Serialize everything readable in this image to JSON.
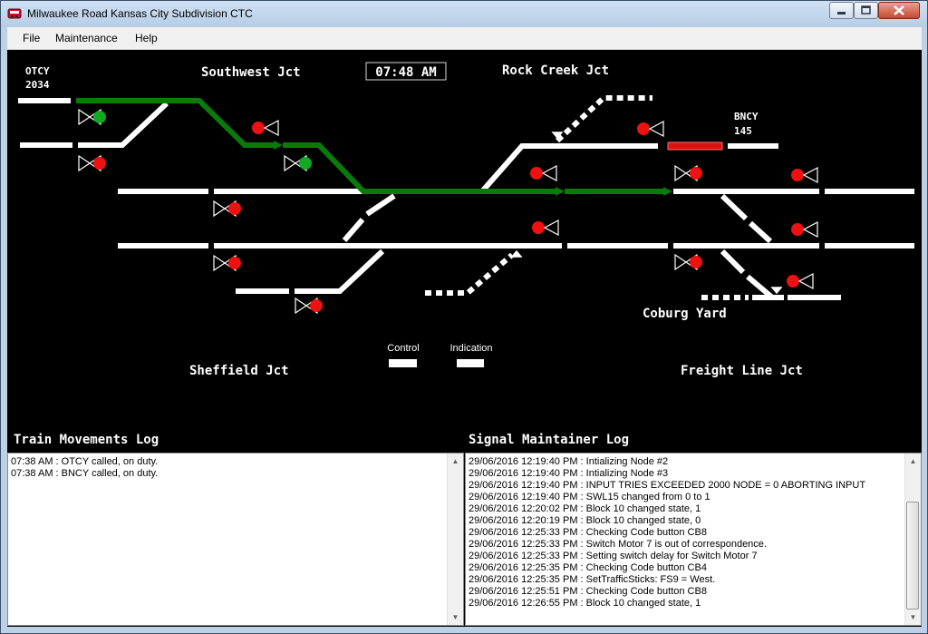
{
  "window": {
    "title": "Milwaukee Road Kansas City Subdivision CTC"
  },
  "menu": {
    "items": [
      "File",
      "Maintenance",
      "Help"
    ]
  },
  "board": {
    "clock": "07:48 AM",
    "junctions": {
      "southwest": "Southwest Jct",
      "rock_creek": "Rock Creek Jct",
      "sheffield": "Sheffield Jct",
      "freight_line": "Freight Line Jct",
      "coburg": "Coburg Yard"
    },
    "trains": [
      {
        "symbol": "OTCY",
        "number": "2034"
      },
      {
        "symbol": "BNCY",
        "number": "145"
      }
    ],
    "indicators": {
      "control": "Control",
      "indication": "Indication"
    },
    "colors": {
      "route": "#0a7a0a",
      "occupied": "#dd1111",
      "signal_clear": "#11aa22",
      "signal_stop": "#ee1111",
      "track": "#ffffff"
    }
  },
  "train_log": {
    "heading": "Train Movements Log",
    "lines": [
      "07:38 AM : OTCY called, on duty.",
      "07:38 AM : BNCY called, on duty."
    ]
  },
  "maintainer_log": {
    "heading": "Signal Maintainer Log",
    "lines": [
      "29/06/2016 12:19:40 PM : Intializing Node #2",
      "29/06/2016 12:19:40 PM : Intializing Node #3",
      "29/06/2016 12:19:40 PM : INPUT TRIES EXCEEDED 2000 NODE = 0 ABORTING INPUT",
      "29/06/2016 12:19:40 PM : SWL15 changed from 0 to 1",
      "29/06/2016 12:20:02 PM : Block 10 changed state, 1",
      "29/06/2016 12:20:19 PM : Block 10 changed state, 0",
      "29/06/2016 12:25:33 PM : Checking Code button CB8",
      "29/06/2016 12:25:33 PM : Switch Motor 7 is out of correspondence.",
      "29/06/2016 12:25:33 PM : Setting switch delay for Switch Motor 7",
      "29/06/2016 12:25:35 PM : Checking Code button CB4",
      "29/06/2016 12:25:35 PM : SetTrafficSticks: FS9 = West.",
      "29/06/2016 12:25:51 PM : Checking Code button CB8",
      "29/06/2016 12:26:55 PM : Block 10 changed state, 1"
    ]
  }
}
